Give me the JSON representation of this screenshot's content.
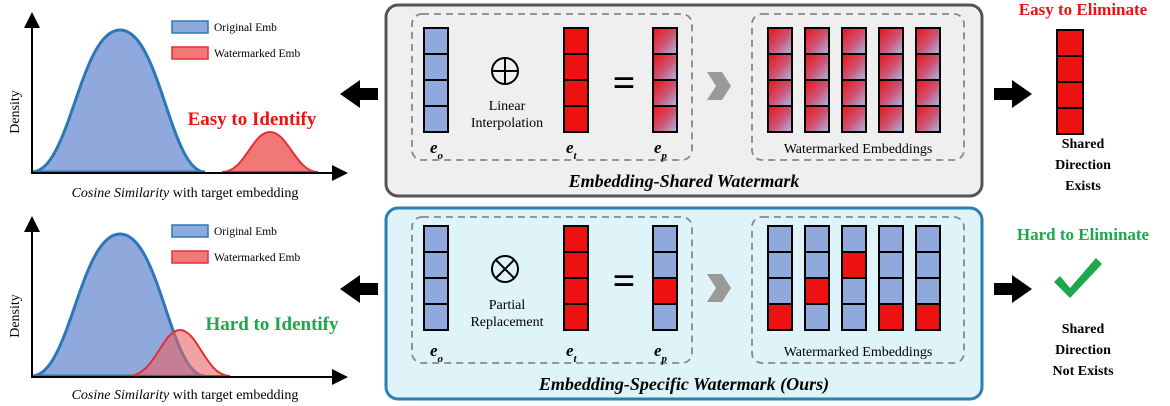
{
  "colors": {
    "original": "#8fa9dd",
    "original_stroke": "#2b78b8",
    "watermarked": "#f27878",
    "watermarked_stroke": "#e23030",
    "red": "#ee1111",
    "green": "#1aa84a",
    "shared_panel_fill": "#efefef",
    "shared_panel_stroke": "#555555",
    "specific_panel_fill": "#dff4f9",
    "specific_panel_stroke": "#2a7fb5"
  },
  "icons": {
    "oplus": "circle-plus-icon",
    "otimes": "circle-times-icon",
    "chevron": "chevron-right-icon",
    "arrow_left": "arrow-left-icon",
    "arrow_right": "arrow-right-icon",
    "check": "check-icon"
  },
  "top": {
    "plot": {
      "ylabel": "Density",
      "xlabel_italic": "Cosine Similarity",
      "xlabel_rest": " with target embedding",
      "legend": [
        "Original Emb",
        "Watermarked Emb"
      ],
      "annotation": "Easy to Identify"
    },
    "panel_title": "Embedding-Shared Watermark",
    "operation_line1": "Linear",
    "operation_line2": "Interpolation",
    "equals": "=",
    "labels": {
      "eo": "e",
      "eo_sub": "o",
      "et": "e",
      "et_sub": "t",
      "ep": "e",
      "ep_sub": "p"
    },
    "group_label": "Watermarked Embeddings",
    "result_title": "Easy to Eliminate",
    "result_caption": [
      "Shared",
      "Direction",
      "Exists"
    ]
  },
  "bottom": {
    "plot": {
      "ylabel": "Density",
      "xlabel_italic": "Cosine Similarity",
      "xlabel_rest": " with target embedding",
      "legend": [
        "Original Emb",
        "Watermarked Emb"
      ],
      "annotation": "Hard to Identify"
    },
    "panel_title": "Embedding-Specific Watermark (Ours)",
    "operation_line1": "Partial",
    "operation_line2": "Replacement",
    "equals": "=",
    "labels": {
      "eo": "e",
      "eo_sub": "o",
      "et": "e",
      "et_sub": "t",
      "ep": "e",
      "ep_sub": "p"
    },
    "group_label": "Watermarked Embeddings",
    "result_title": "Hard to Eliminate",
    "result_caption": [
      "Shared",
      "Direction",
      "Not Exists"
    ],
    "replaced_cells": {
      "ep": [
        2
      ],
      "watermarked": [
        [
          3
        ],
        [
          2
        ],
        [
          1
        ],
        [
          3
        ],
        [
          3
        ]
      ]
    }
  }
}
